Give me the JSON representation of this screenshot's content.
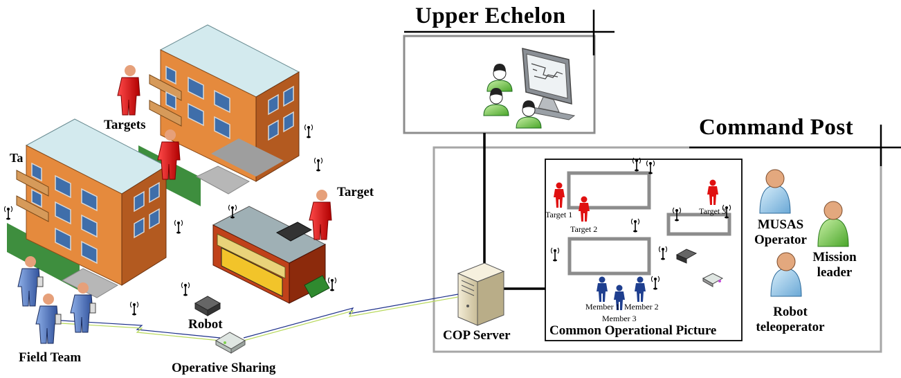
{
  "sections": {
    "upper_echelon": "Upper Echelon",
    "command_post": "Command Post"
  },
  "labels": {
    "targets": "Targets",
    "target": "Target",
    "ta_cut": "Ta",
    "robot": "Robot",
    "field_team": "Field Team",
    "operative_sharing": "Operative Sharing",
    "cop_server": "COP Server",
    "cop": "Common Operational Picture",
    "musas_1": "MUSAS",
    "musas_2": "Operator",
    "mission_1": "Mission",
    "mission_2": "leader",
    "robot_tele_1": "Robot",
    "robot_tele_2": "teleoperator"
  },
  "cop_labels": {
    "target1": "Target 1",
    "target2": "Target 2",
    "target3": "Target 3",
    "member1": "Member 1",
    "member2": "Member 2",
    "member3": "Member 3"
  },
  "colors": {
    "target_red": "#e01010",
    "upper_green": "#2fb52f",
    "member_blue": "#1f3f8f",
    "operator_blue": "#8ec4e6",
    "leader_green": "#6fcf3f",
    "building_orange": "#e0803a",
    "roof": "#cfe6ea"
  }
}
